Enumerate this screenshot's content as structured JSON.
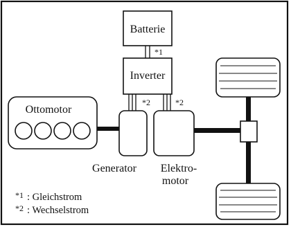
{
  "diagram": {
    "components": {
      "battery": "Batterie",
      "inverter": "Inverter",
      "engine": "Ottomotor",
      "generator": "Generator",
      "motor_line1": "Elektro-",
      "motor_line2": "motor"
    },
    "connections": {
      "battery_inverter_mark": "*1",
      "inverter_generator_mark": "*2",
      "inverter_motor_mark": "*2"
    },
    "legend": {
      "item1_mark": "*1",
      "item1_text": ": Gleichstrom",
      "item2_mark": "*2",
      "item2_text": ": Wechselstrom"
    }
  },
  "colors": {
    "line": "#111111",
    "background": "#ffffff"
  }
}
